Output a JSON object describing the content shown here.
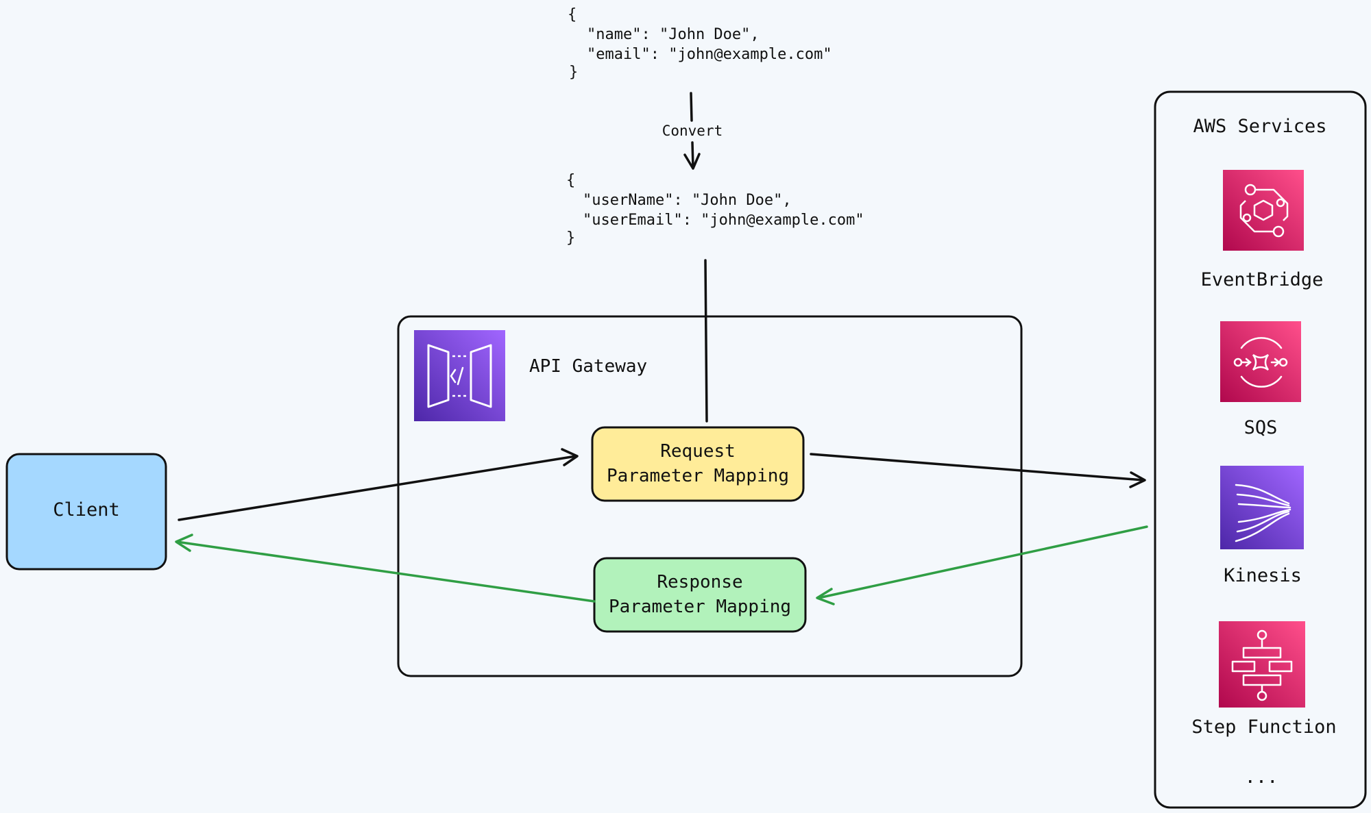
{
  "json_before": {
    "open": "{",
    "line1": "\"name\": \"John Doe\",",
    "line2": "\"email\": \"john@example.com\"",
    "close": "}"
  },
  "convert_label": "Convert",
  "json_after": {
    "open": "{",
    "line1": "\"userName\": \"John Doe\",",
    "line2": "\"userEmail\": \"john@example.com\"",
    "close": "}"
  },
  "client": {
    "label": "Client"
  },
  "api_gateway": {
    "label": "API Gateway",
    "icon": "api-gateway-icon"
  },
  "request_mapping": {
    "line1": "Request",
    "line2": "Parameter Mapping"
  },
  "response_mapping": {
    "line1": "Response",
    "line2": "Parameter Mapping"
  },
  "aws_services": {
    "title": "AWS Services",
    "items": [
      {
        "label": "EventBridge",
        "icon": "eventbridge-icon"
      },
      {
        "label": "SQS",
        "icon": "sqs-icon"
      },
      {
        "label": "Kinesis",
        "icon": "kinesis-icon"
      },
      {
        "label": "Step Function",
        "icon": "step-function-icon"
      }
    ],
    "ellipsis": "..."
  },
  "colors": {
    "background": "#f4f8fc",
    "client_fill": "#a5d8ff",
    "request_fill": "#ffec99",
    "response_fill": "#b2f2bb",
    "response_arrow": "#2f9e44",
    "aws_pink": "#e7157b",
    "aws_purple": "#8c4fff"
  }
}
